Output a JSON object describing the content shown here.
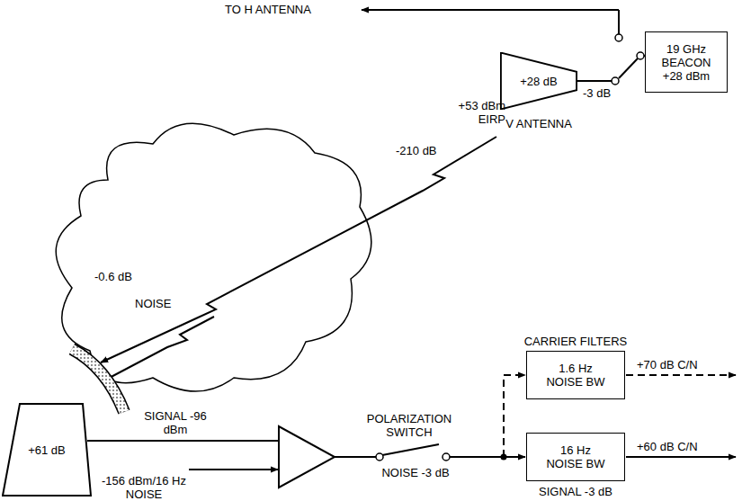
{
  "diagram": {
    "nodes": [
      {
        "text": [
          "19 GHz BEACON",
          "+28 dBm"
        ]
      },
      {
        "text": [
          "+28 dB"
        ]
      },
      {
        "text": [
          "+61 dB"
        ]
      },
      {
        "text": [
          "1.6 Hz NOISE BW"
        ]
      },
      {
        "text": [
          "16 Hz NOISE BW"
        ]
      }
    ],
    "labels": [
      "TO H ANTENNA",
      "+53 dBm EIRP",
      "-3 dB",
      "V ANTENNA",
      "-210 dB",
      "-0.6 dB",
      "NOISE",
      "SIGNAL -96 dBm",
      "-156 dBm/16 Hz NOISE",
      "POLARIZATION SWITCH",
      "NOISE -3 dB",
      "CARRIER FILTERS",
      "+70 dB C/N",
      "+60 dB C/N",
      "SIGNAL -3 dB"
    ]
  }
}
